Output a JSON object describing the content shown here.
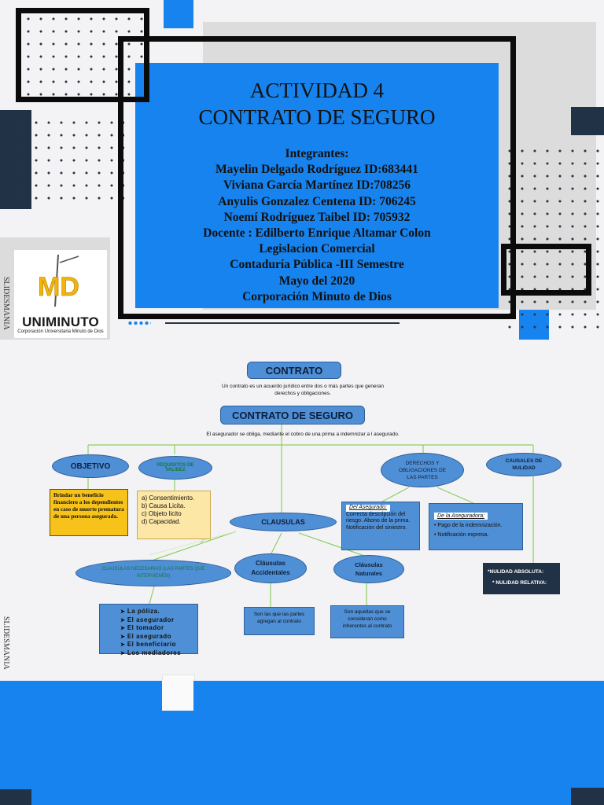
{
  "title": {
    "line1": "ACTIVIDAD 4",
    "line2": "CONTRATO DE SEGURO"
  },
  "members": [
    "Integrantes:",
    "Mayelin Delgado Rodríguez ID:683441",
    "Viviana García Martínez ID:708256",
    "Anyulis Gonzalez Centena  ID:  706245",
    "Noemí Rodríguez  Taibel  ID:  705932",
    "Docente :  Edilberto Enrique Altamar Colon",
    "Legislacion Comercial",
    "Contaduría Pública -III  Semestre",
    "Mayo del 2020",
    "Corporación Minuto de Dios"
  ],
  "logo": {
    "mark": "MD",
    "name": "UNIMINUTO",
    "subtitle": "Corporación Universitaria Minuto de Dios"
  },
  "watermark": "SLIDESMANIA",
  "diagram": {
    "contrato": "CONTRATO",
    "contrato_def": "Un contrato es un acuerdo jurídico entre dos o más partes que generan derechos y obligaciones.",
    "seguro": "CONTRATO DE SEGURO",
    "seguro_def": "El asegurador se obliga, mediante el cobro de una prima a indemnizar a l asegurado.",
    "objetivo": "OBJETIVO",
    "objetivo_text": "Brindar un beneficio financiero a los dependientes en caso de muerte prematura de una persona asegurada.",
    "requisitos": "REQUISITOS DE VALIDEZ",
    "requisitos_items": [
      "a) Consentimiento.",
      "b) Causa Licita.",
      "c) Objeto licito",
      "d) Capacidad."
    ],
    "derechos": "DERECHOS Y OBLIGACIONES DE LAS PARTES",
    "asegurado_title": "Del Asegurado:",
    "asegurado_text": "Correcta descripción del riesgo. Abono de la prima. Notificación del siniestro.",
    "aseguradora_title": "De la Aseguradora:",
    "aseguradora_items": [
      "• Pago de la indemnización.",
      "• Notificación expresa."
    ],
    "causales": "CAUSALES DE NULIDAD",
    "nulidad_items": [
      "*NULIDAD ABSOLUTA:",
      "* NULIDAD RELATIVA:"
    ],
    "clausulas": "CLAUSULAS",
    "necesarias": "CLAUSULAS NECESARIAS (LAS PARTES QUE INTERVIENEN)",
    "necesarias_items": [
      "La póliza.",
      "El asegurador",
      "El tomador",
      "El asegurado",
      "El beneficiario",
      "Los mediadores"
    ],
    "accidentales": "Cláusulas Accidentales",
    "accidentales_text": "Son las que las partes agregan al contrato",
    "naturales": "Cláusulas Naturales",
    "naturales_text": "Son aquellas que se consideran como inherentes al contrato"
  },
  "colors": {
    "blue": "#1783ee",
    "dark_navy": "#223246",
    "node_blue": "#4f8fd6",
    "yellow": "#f7c31a",
    "light_yellow": "#fde7a6",
    "line_green": "#8fcf62"
  }
}
